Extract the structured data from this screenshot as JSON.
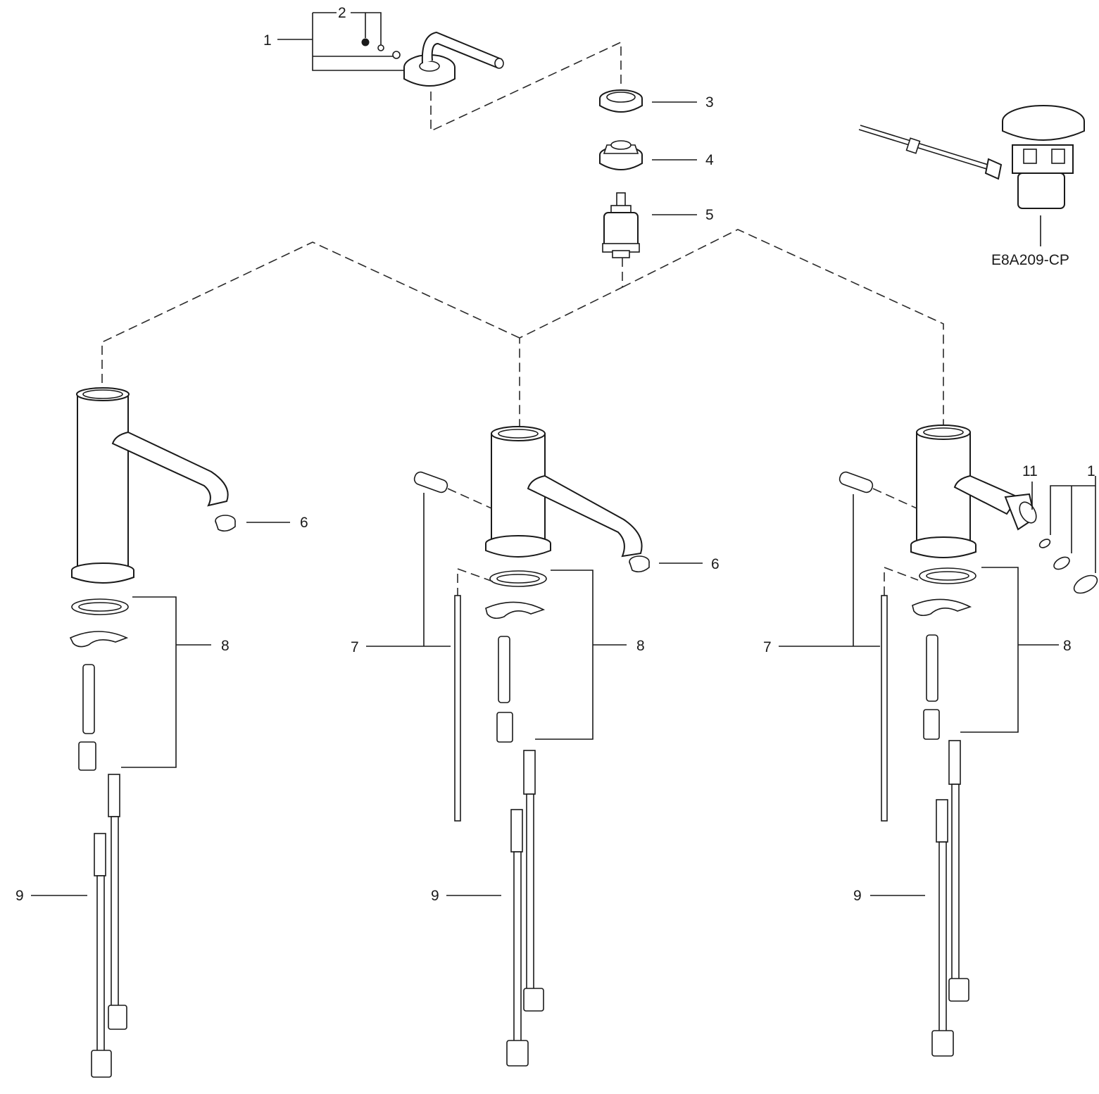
{
  "callouts": {
    "c1": "1",
    "c2": "2",
    "c3": "3",
    "c4": "4",
    "c5": "5",
    "c6": "6",
    "c7": "7",
    "c8": "8",
    "c9": "9",
    "c10": "1",
    "c11": "11"
  },
  "waste_code": "E8A209-CP"
}
